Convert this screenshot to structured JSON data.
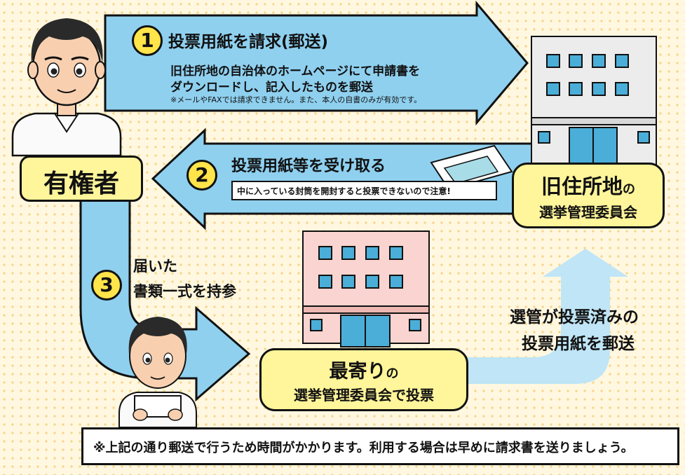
{
  "step1": {
    "number": "1",
    "title": "投票用紙を請求(郵送)",
    "desc_line1": "旧住所地の自治体のホームページにて申請書を",
    "desc_line2": "ダウンロードし、記入したものを郵送",
    "note": "※メールやFAXでは請求できません。また、本人の自書のみが有効です。"
  },
  "step2": {
    "number": "2",
    "title": "投票用紙等を受け取る",
    "warning": "中に入っている封筒を開封すると投票できないので注意!"
  },
  "step3": {
    "number": "3",
    "line1": "届いた",
    "line2": "書類一式を持参"
  },
  "voter": {
    "label": "有権者"
  },
  "old_committee": {
    "line1_main": "旧住所地",
    "line1_particle": "の",
    "line2": "選挙管理委員会"
  },
  "near_committee": {
    "line1_main": "最寄り",
    "line1_particle": "の",
    "line2": "選挙管理委員会で投票"
  },
  "mail_back": {
    "line1": "選管が投票済みの",
    "line2": "投票用紙を郵送"
  },
  "footer": {
    "text": "※上記の通り郵送で行うため時間がかかります。利用する場合は早めに請求書を送りましょう。"
  },
  "colors": {
    "arrow": "#8fd0ef",
    "pill": "#fff59a",
    "badge": "#ffe44a",
    "window": "#4aaed8"
  }
}
